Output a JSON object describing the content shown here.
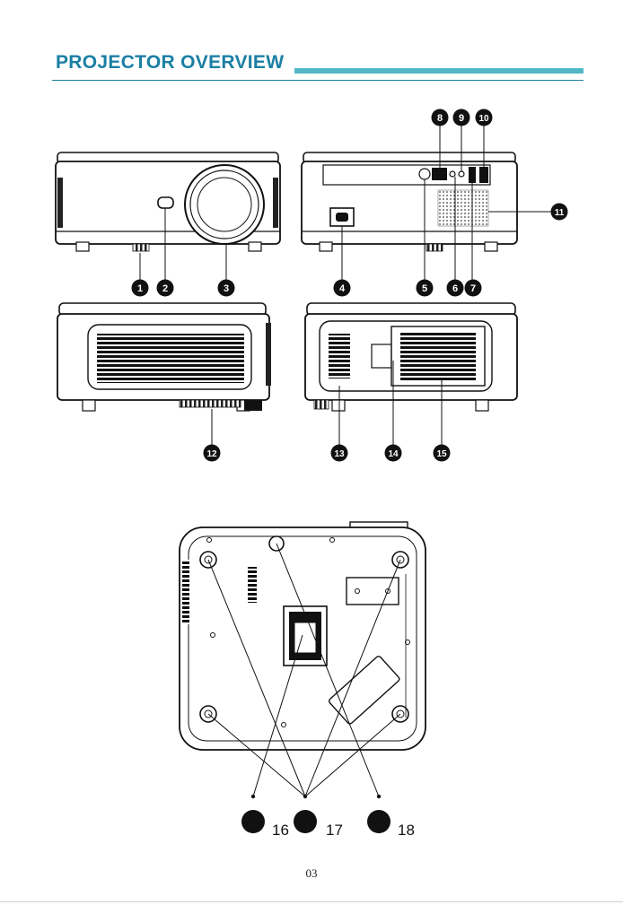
{
  "header": {
    "title": "PROJECTOR OVERVIEW"
  },
  "callouts": [
    "1",
    "2",
    "3",
    "4",
    "5",
    "6",
    "7",
    "8",
    "9",
    "10",
    "11",
    "12",
    "13",
    "14",
    "15"
  ],
  "bottom_labels": [
    "16",
    "17",
    "18"
  ],
  "footer": {
    "page_number": "03"
  },
  "colors": {
    "accent": "#1b7fa3",
    "accent_bar": "#52b8c7",
    "ink": "#111111"
  }
}
